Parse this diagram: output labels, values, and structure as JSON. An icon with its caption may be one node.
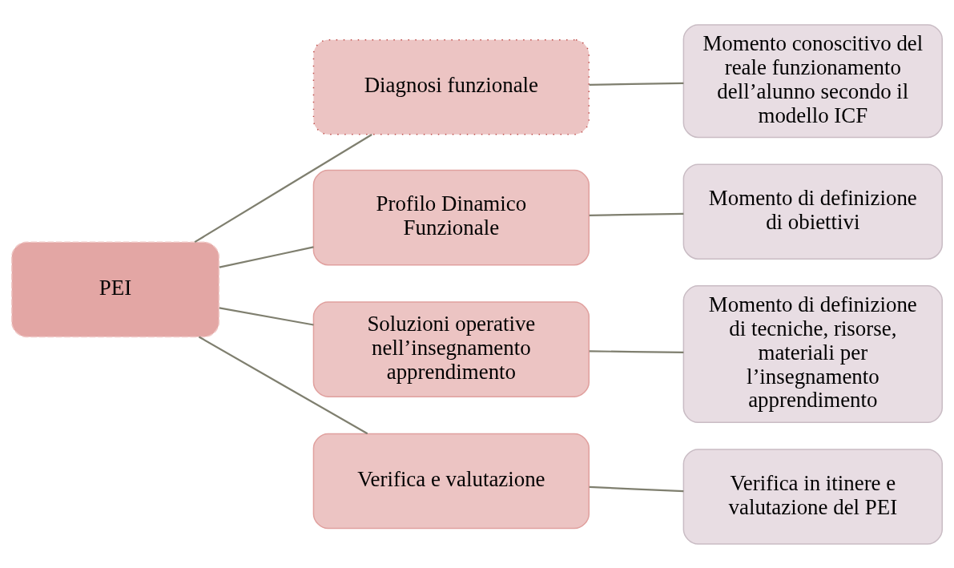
{
  "diagram": {
    "nodes": [
      {
        "text": [
          "PEI"
        ]
      },
      {
        "text": [
          "Diagnosi funzionale"
        ]
      },
      {
        "text": [
          "Momento conoscitivo del reale funzionamento dell’alunno secondo il modello ICF"
        ]
      },
      {
        "text": [
          "Profilo Dinamico Funzionale"
        ]
      },
      {
        "text": [
          "Momento di definizione di obiettivi"
        ]
      },
      {
        "text": [
          "Soluzioni operative nell’insegnamento apprendimento"
        ]
      },
      {
        "text": [
          "Momento di definizione di tecniche, risorse, materiali per l’insegnamento apprendimento"
        ]
      },
      {
        "text": [
          "Verifica e valutazione"
        ]
      },
      {
        "text": [
          "Verifica in itinere e valutazione del PEI"
        ]
      }
    ],
    "edges": [
      {
        "from": 0,
        "to": 1,
        "arrow": "none"
      },
      {
        "from": 0,
        "to": 3,
        "arrow": "none"
      },
      {
        "from": 0,
        "to": 5,
        "arrow": "none"
      },
      {
        "from": 0,
        "to": 7,
        "arrow": "none"
      },
      {
        "from": 1,
        "to": 2,
        "arrow": "none"
      },
      {
        "from": 3,
        "to": 4,
        "arrow": "none"
      },
      {
        "from": 5,
        "to": 6,
        "arrow": "none"
      },
      {
        "from": 7,
        "to": 8,
        "arrow": "none"
      }
    ]
  }
}
